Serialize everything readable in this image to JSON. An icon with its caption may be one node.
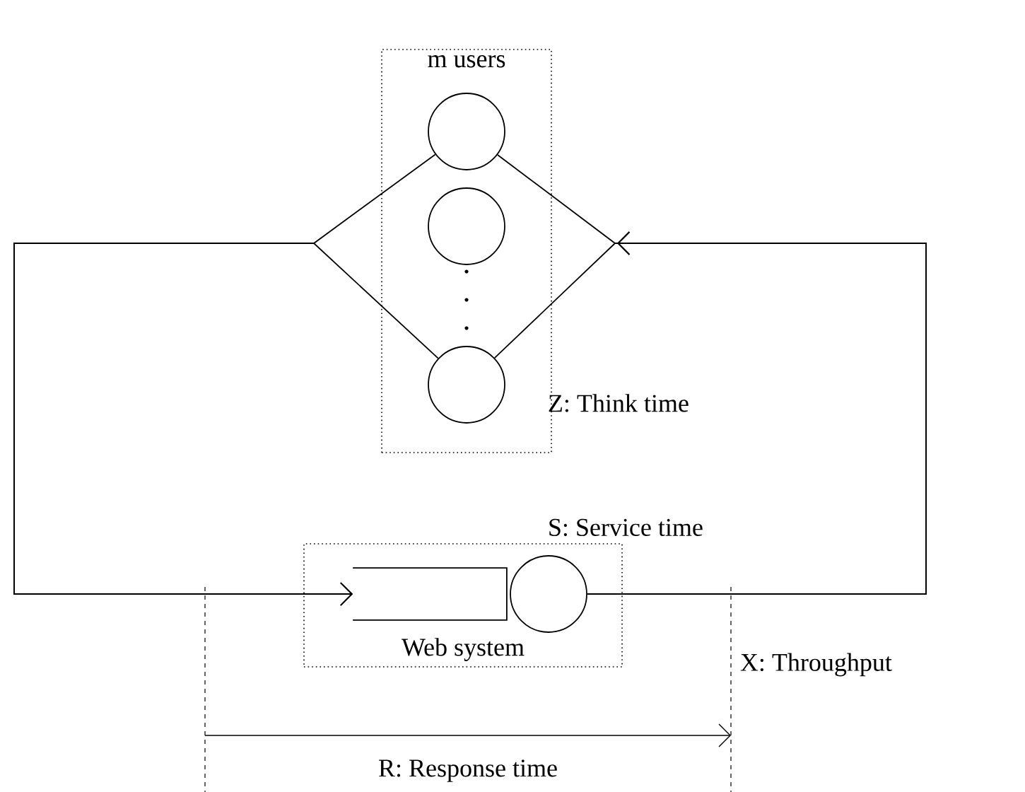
{
  "diagram": {
    "nodes": [
      {
        "text": [
          "m users"
        ],
        "beside": [
          "Z: Think time"
        ]
      },
      {
        "text": [],
        "shape": "circle",
        "in": 0
      },
      {
        "text": [],
        "shape": "circle",
        "in": 0
      },
      {
        "text": [],
        "shape": "circle",
        "in": 0
      },
      {
        "text": [
          "Web system"
        ]
      },
      {
        "text": [],
        "shape": "box",
        "in": 4
      },
      {
        "text": [],
        "shape": "circle",
        "in": 4,
        "beside": [
          "S: Service time"
        ]
      }
    ],
    "edges": [
      {
        "from": 6,
        "to": 1,
        "arrow": "to"
      },
      {
        "from": 6,
        "to": 3,
        "arrow": "to"
      },
      {
        "from": 1,
        "to": 5,
        "arrow": "to"
      },
      {
        "from": 3,
        "to": 5,
        "arrow": "to"
      }
    ],
    "labels": [
      "X: Throughput",
      "R: Response time"
    ]
  }
}
